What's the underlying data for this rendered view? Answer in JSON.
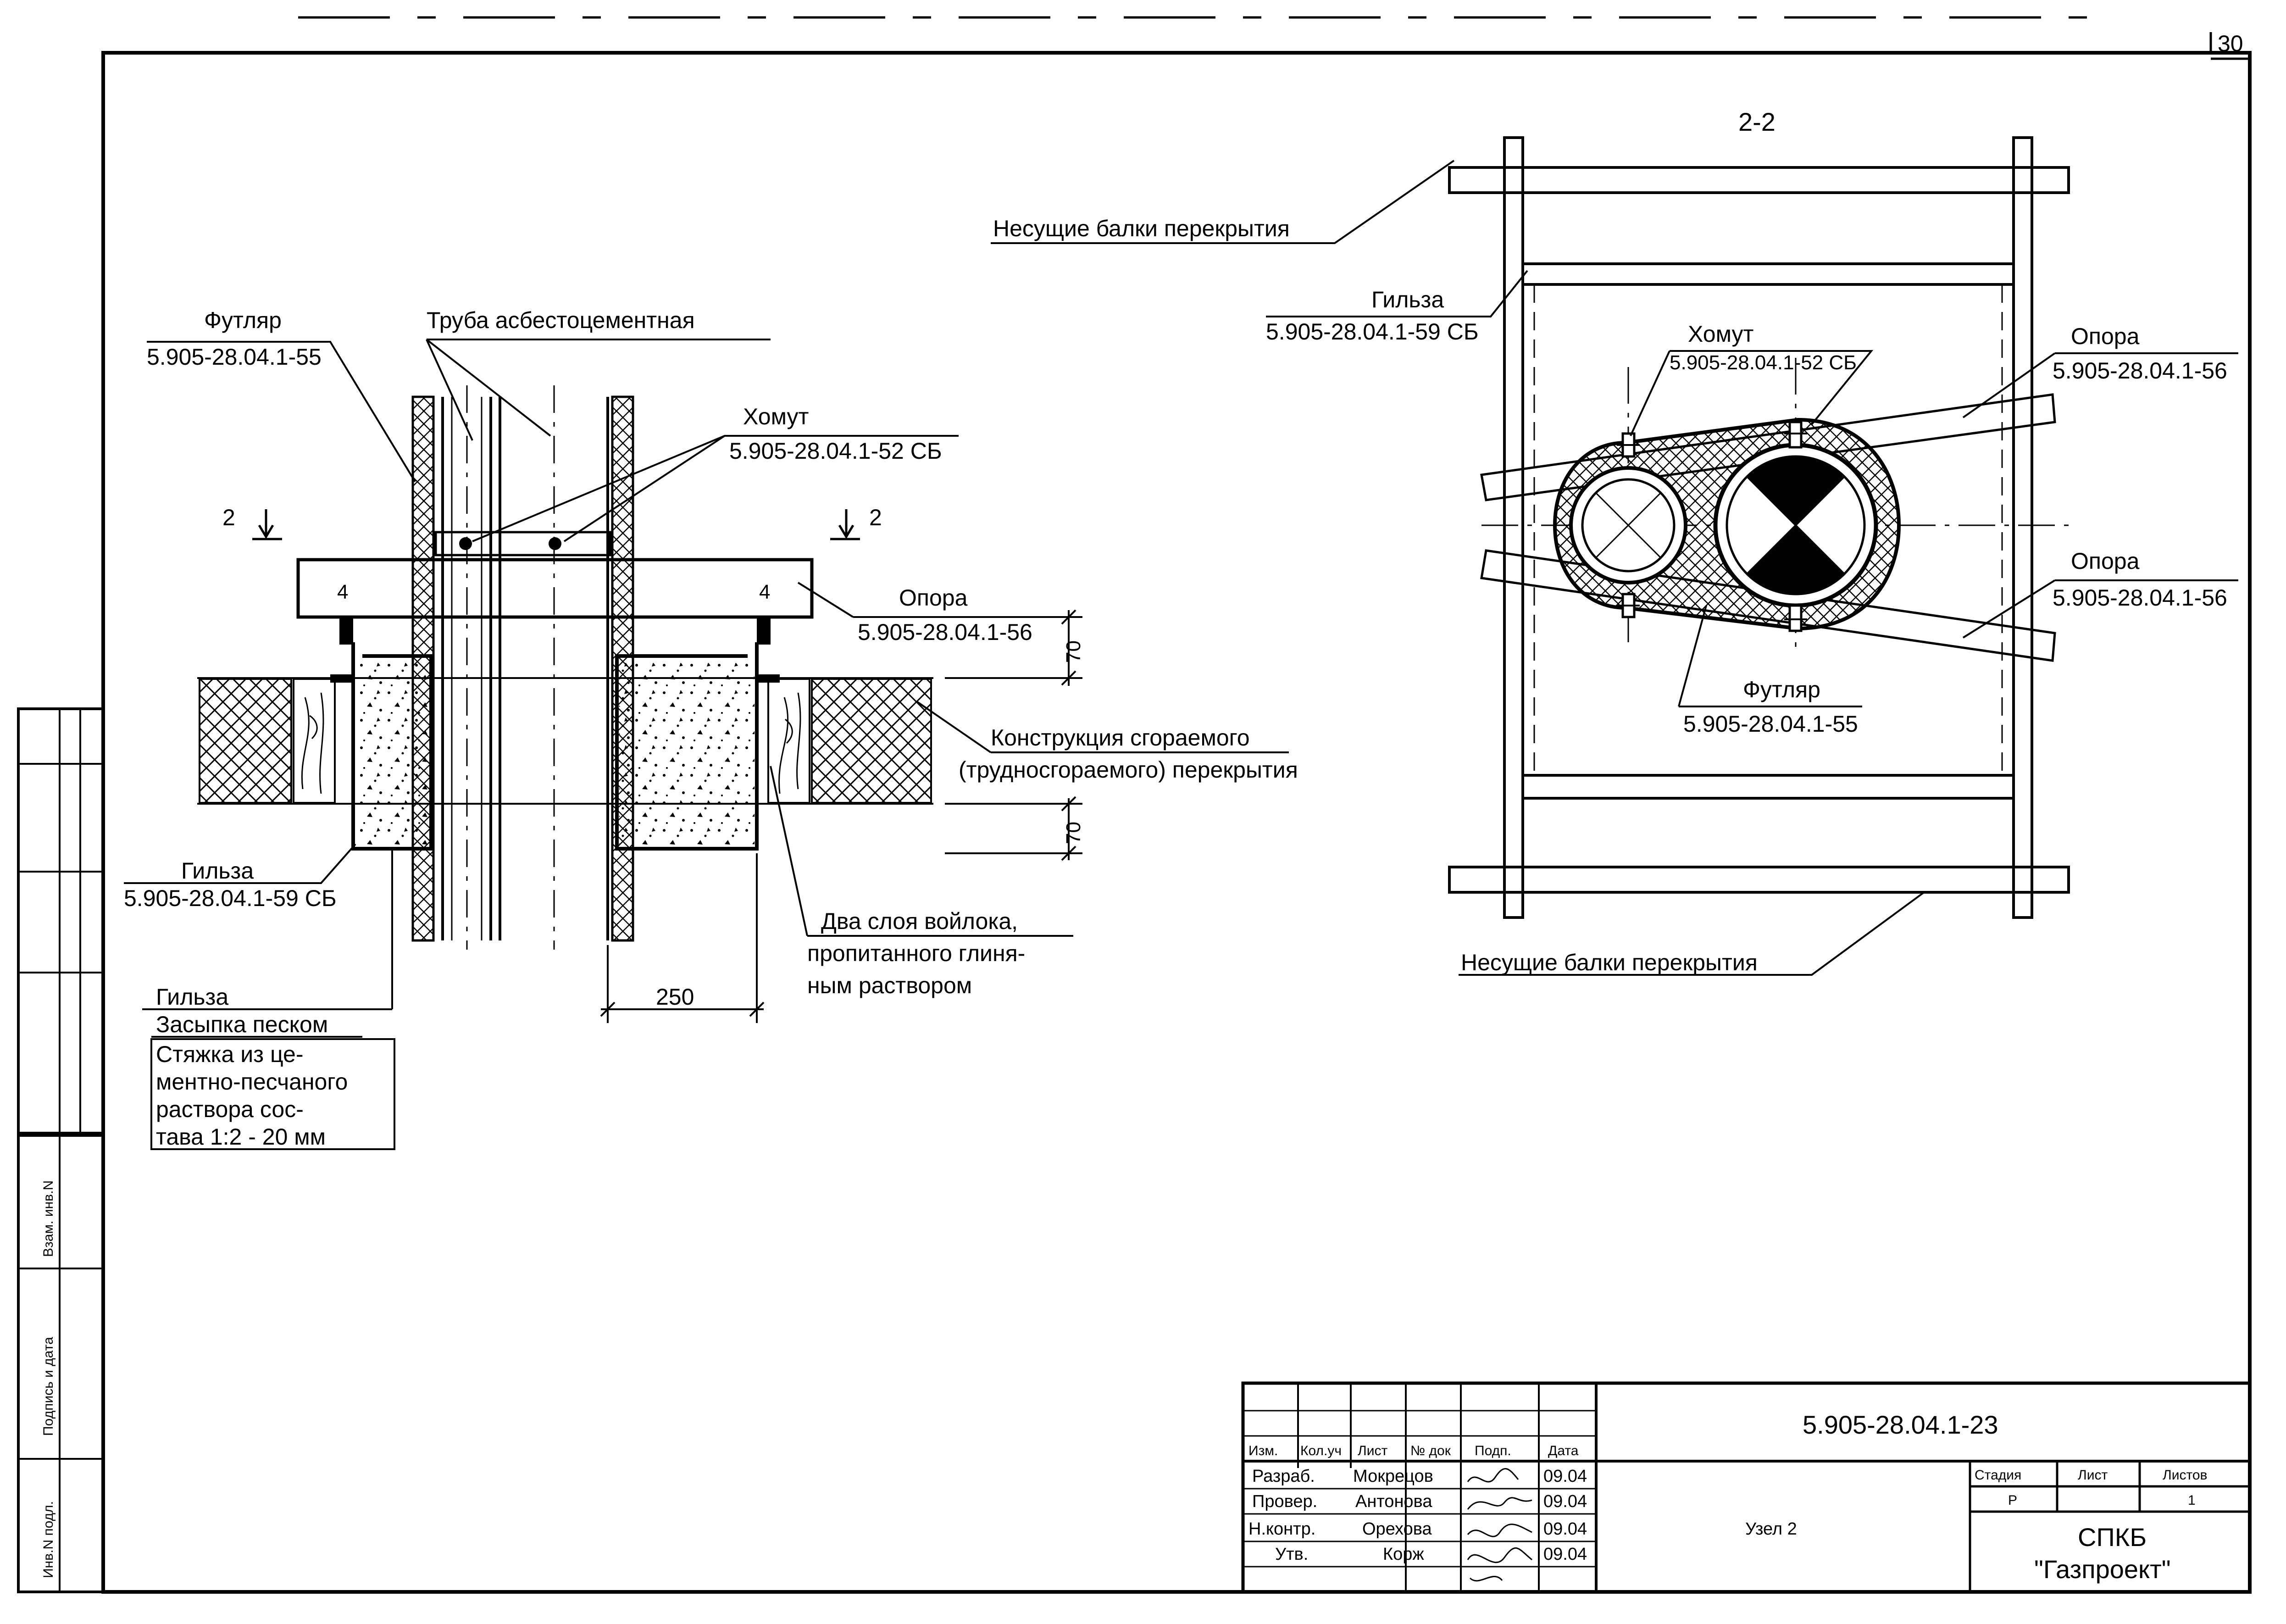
{
  "sheet_number": "30",
  "section_2_2": {
    "title": "2-2",
    "beams_top_label": "Несущие балки перекрытия",
    "beams_bottom_label": "Несущие балки перекрытия",
    "sleeve_label": "Гильза",
    "sleeve_code": "5.905-28.04.1-59 СБ",
    "clamp_label": "Хомут",
    "clamp_code": "5.905-28.04.1-52 СБ",
    "support_top_label": "Опора",
    "support_top_code": "5.905-28.04.1-56",
    "support_bottom_label": "Опора",
    "support_bottom_code": "5.905-28.04.1-56",
    "case_label": "Футляр",
    "case_code": "5.905-28.04.1-55"
  },
  "elevation": {
    "case_label": "Футляр",
    "case_code": "5.905-28.04.1-55",
    "pipe_label": "Труба асбестоцементная",
    "clamp_label": "Хомут",
    "clamp_code": "5.905-28.04.1-52 СБ",
    "cut_mark_left": "2",
    "cut_mark_right": "2",
    "support_weld_left": "4",
    "support_weld_right": "4",
    "support_label": "Опора",
    "support_code": "5.905-28.04.1-56",
    "dim_top": "70",
    "dim_bottom": "70",
    "dim_width": "250",
    "floor_label_1": "Конструкция сгораемого",
    "floor_label_2": "(трудносгораемого) перекрытия",
    "felt_label_1": "Два слоя войлока,",
    "felt_label_2": "пропитанного глиня-",
    "felt_label_3": "ным раствором",
    "sleeve_label": "Гильза",
    "sleeve_code": "5.905-28.04.1-59 СБ",
    "legend": [
      "Гильза",
      "Засыпка песком",
      "Стяжка из це-",
      "ментно-песчаного",
      "раствора сос-",
      "тава 1:2 - 20 мм"
    ]
  },
  "side_stamp": {
    "inv_podl": "Инв.N подл.",
    "podpis_data": "Подпись и дата",
    "vzam_inv": "Взам. инв.N"
  },
  "title_block": {
    "doc_code": "5.905-28.04.1-23",
    "header_cols": [
      "Изм.",
      "Кол.уч",
      "Лист",
      "№ док",
      "Подп.",
      "Дата"
    ],
    "rows": [
      {
        "role": "Разраб.",
        "name": "Мокрецов",
        "date": "09.04"
      },
      {
        "role": "Провер.",
        "name": "Антонова",
        "date": "09.04"
      },
      {
        "role": "Н.контр.",
        "name": "Орехова",
        "date": "09.04"
      },
      {
        "role": "Утв.",
        "name": "Корж",
        "date": "09.04"
      }
    ],
    "drawing_name": "Узел 2",
    "stage_header": "Стадия",
    "sheet_header": "Лист",
    "sheets_header": "Листов",
    "stage_value": "Р",
    "sheet_value": "",
    "sheets_value": "1",
    "org_line_1": "СПКБ",
    "org_line_2": "\"Газпроект\""
  }
}
